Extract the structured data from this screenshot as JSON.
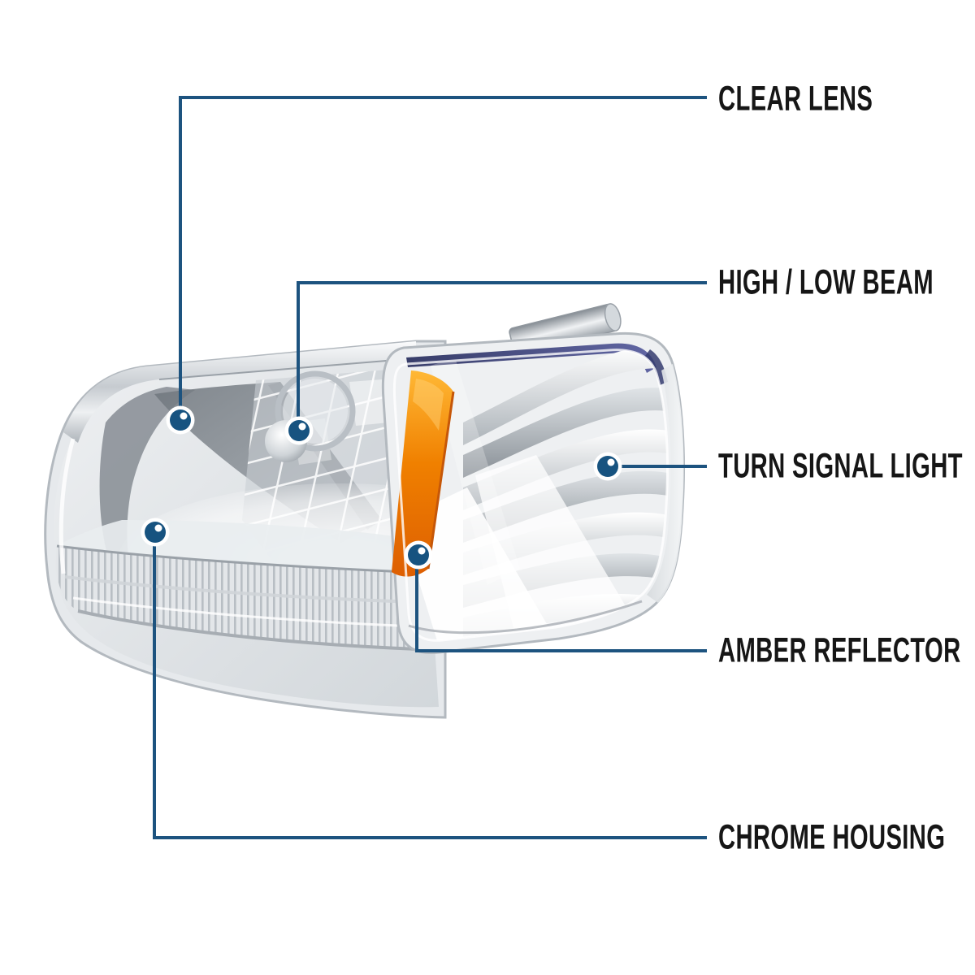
{
  "diagram": {
    "background_color": "#ffffff",
    "leader_line_color": "#1d537f",
    "callout_dot_color": "#175380",
    "label_text_color": "#161616",
    "amber_reflector_color": "#f08000",
    "trim_stripe_color": "#343b6e",
    "chrome_color": "#d8dcdf"
  },
  "annotations": [
    {
      "label": "CLEAR LENS"
    },
    {
      "label": "HIGH / LOW BEAM"
    },
    {
      "label": "TURN SIGNAL LIGHT"
    },
    {
      "label": "AMBER REFLECTOR"
    },
    {
      "label": "CHROME HOUSING"
    }
  ]
}
